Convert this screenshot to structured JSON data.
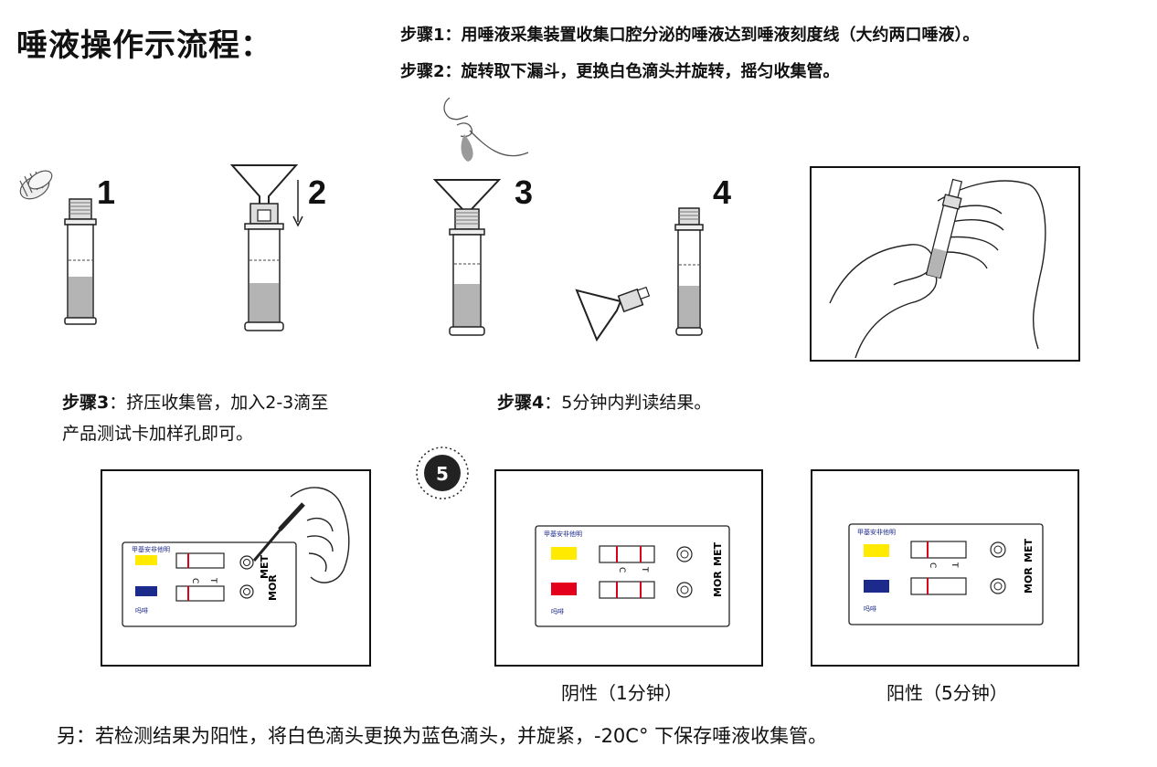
{
  "title": "唾液操作示流程：",
  "steps_top": [
    {
      "label": "步骤1：",
      "text": "用唾液采集装置收集口腔分泌的唾液达到唾液刻度线（大约两口唾液）。"
    },
    {
      "label": "步骤2：",
      "text": "旋转取下漏斗，更换白色滴头并旋转，摇匀收集管。"
    }
  ],
  "figure_numbers": [
    "1",
    "2",
    "3",
    "4"
  ],
  "step3": {
    "label": "步骤3",
    "line1": "：挤压收集管，加入2-3滴至",
    "line2": "产品测试卡加样孔即可。"
  },
  "step4": {
    "label": "步骤4",
    "text": "：5分钟内判读结果。"
  },
  "timer_number": "5",
  "card": {
    "header": "甲基安非他明",
    "top_drug": "MET",
    "bottom_drug": "MOR",
    "bottom_name": "吗啡",
    "label_c": "C",
    "label_t": "T"
  },
  "colors": {
    "yellow": "#ffea00",
    "blue": "#1c2a8c",
    "red": "#e4001a",
    "line_red": "#d9001b"
  },
  "captions": {
    "negative": "阴性（1分钟）",
    "positive": "阳性（5分钟）"
  },
  "bottom_note": "另：若检测结果为阳性，将白色滴头更换为蓝色滴头，并旋紧，-20C° 下保存唾液收集管。"
}
